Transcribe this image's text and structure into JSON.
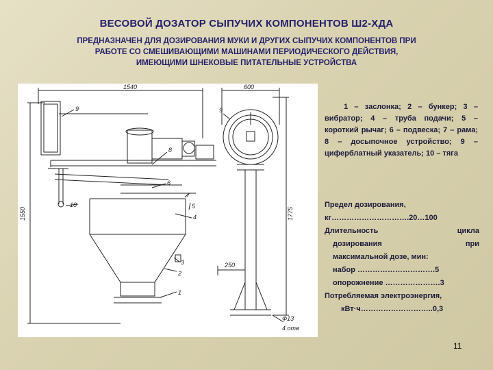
{
  "slide": {
    "title": "ВЕСОВОЙ ДОЗАТОР СЫПУЧИХ КОМПОНЕНТОВ Ш2-ХДА",
    "subtitle_lines": [
      "ПРЕДНАЗНАЧЕН ДЛЯ ДОЗИРОВАНИЯ МУКИ И ДРУГИХ СЫПУЧИХ КОМПОНЕНТОВ ПРИ",
      "РАБОТЕ СО СМЕШИВАЮЩИМИ МАШИНАМИ ПЕРИОДИЧЕСКОГО ДЕЙСТВИЯ,",
      "ИМЕЮЩИМИ ШНЕКОВЫЕ ПИТАТЕЛЬНЫЕ УСТРОЙСТВА"
    ],
    "page_number": "11"
  },
  "drawing": {
    "dimensions": {
      "width_main": "1540",
      "width_side": "600",
      "height_main": "1550",
      "height_side": "1775",
      "base_width": "250",
      "bolt": "Ф13",
      "holes": "4 отв"
    },
    "part_numbers": {
      "n9a": "9",
      "n9b": "9",
      "n8": "8",
      "n6": "6",
      "n7": "7",
      "n5": "5",
      "n4": "4",
      "n10": "10",
      "n3": "3",
      "n2": "2",
      "n1": "1"
    }
  },
  "legend": {
    "text": "1 – заслонка; 2 – бункер; 3 – вибратор; 4 – труба подачи; 5 – короткий рычаг; 6 – подвеска; 7 – рама; 8 – досыпочное устройство; 9 – циферблатный указатель; 10 – тяга"
  },
  "specs": {
    "range_label": "Предел дозирования,",
    "range_value": "кг………………………….20…100",
    "duration_a": "Длительность",
    "duration_b": "цикла",
    "duration_c": "дозирования",
    "duration_d": "при",
    "duration_e": "максимальной дозе, мин:",
    "fill": "набор ………………………….5",
    "empty": "опорожнение ………………….3",
    "power_label": "Потребляемая электроэнергия,",
    "power_value": "кВт·ч………………………..0,3"
  }
}
